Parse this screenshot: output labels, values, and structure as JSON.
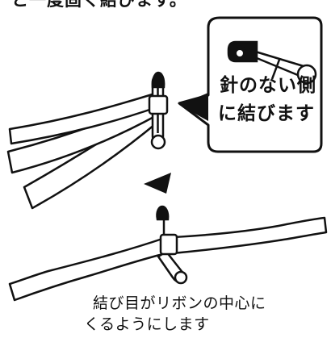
{
  "caption_top": "と一度固く結びます。",
  "callout": {
    "line1": "針のない側",
    "line2": "に結びます"
  },
  "caption_bottom": {
    "line1": "結び目がリボンの中心に",
    "line2": "くるようにします"
  }
}
